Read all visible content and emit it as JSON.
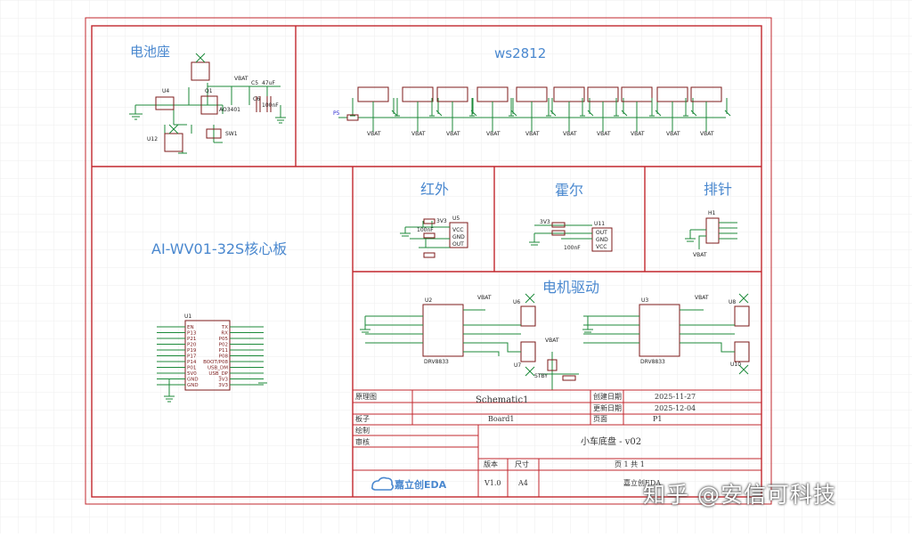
{
  "section_titles": {
    "battery": "电池座",
    "ws2812": "ws2812",
    "core": "AI-WV01-32S核心板",
    "infrared": "红外",
    "hall": "霍尔",
    "header": "排针",
    "motor": "电机驱动"
  },
  "parts": {
    "u4": "U4",
    "q1": "Q1",
    "u12": "U12",
    "sw1": "SW1",
    "c5": "C5",
    "c6": "C6",
    "vbat": "VBAT",
    "ao3401": "AO3401",
    "cap47u": "47uF",
    "cap100n": "100nF",
    "u5": "U5",
    "u11": "U11",
    "h1": "H1",
    "u1": "U1",
    "u2": "U2",
    "u3": "U3",
    "u6": "U6",
    "u7": "U7",
    "u8": "U8",
    "u10": "U10",
    "p5": "P5",
    "drv": "DRV8833",
    "stby": "STBY",
    "v3": "3V3",
    "vcc": "VCC",
    "gnd": "GND",
    "out": "OUT"
  },
  "u1_left_pins": [
    "EN",
    "P13",
    "P21",
    "P20",
    "P19",
    "P17",
    "P14",
    "P01",
    "5V0",
    "GND",
    "GND"
  ],
  "u1_right_pins": [
    "TX",
    "RX",
    "P05",
    "P02",
    "P11",
    "P08",
    "BOOT/P08",
    "USB_DM",
    "USB_DP",
    "3V3",
    "3V3"
  ],
  "title_block": {
    "row1_label": "原理图",
    "row1_value": "Schematic1",
    "created_label": "创建日期",
    "created_value": "2025-11-27",
    "updated_label": "更新日期",
    "updated_value": "2025-12-04",
    "board_label": "板子",
    "board_value": "Board1",
    "page_label": "页面",
    "page_value": "P1",
    "draw_label": "绘制",
    "review_label": "审核",
    "title_value": "小车底盘 - v02",
    "version_label": "版本",
    "size_label": "尺寸",
    "sheet_text": "页    1    共    1",
    "version_value": "V1.0",
    "size_value": "A4",
    "company_value": "嘉立创EDA",
    "logo_text": "嘉立创EDA"
  },
  "watermark": "知乎 @安信可科技",
  "colors": {
    "frame": "#c2272d",
    "title_text": "#4a88cf",
    "wire": "#1c8a3a",
    "component": "#7c1a1a",
    "pin_label": "#2b2bd0",
    "grid": "#ededed"
  }
}
